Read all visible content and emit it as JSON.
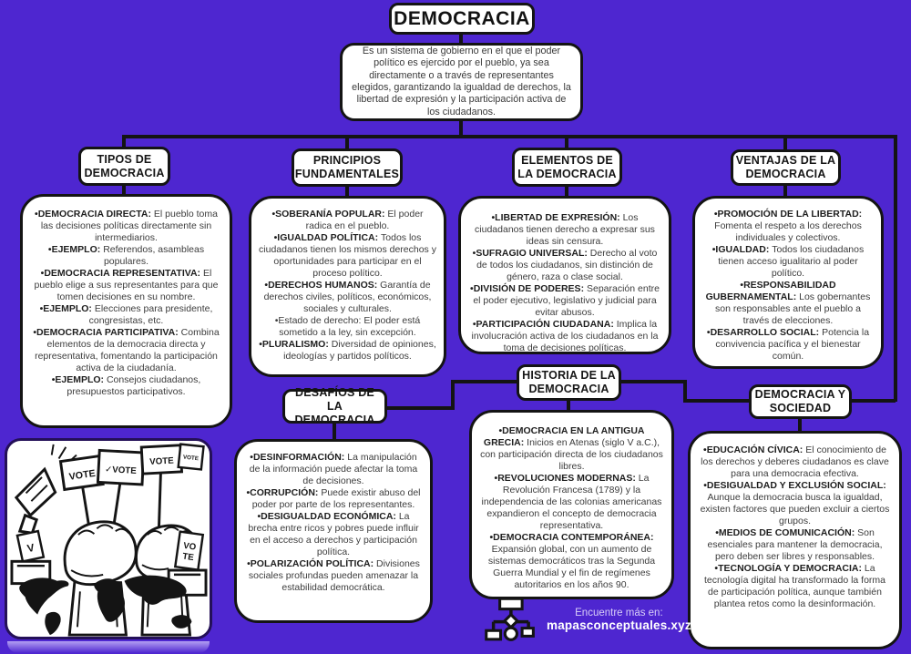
{
  "palette": {
    "background": "#4e26d0",
    "node_fill": "#ffffff",
    "line": "#141414",
    "footer_site_color": "#ffffff"
  },
  "root": {
    "title": "DEMOCRACIA"
  },
  "definition": "Es un sistema de gobierno en el que el poder político es ejercido por el pueblo, ya sea directamente o a través de representantes elegidos, garantizando la igualdad de derechos, la libertad de expresión y la participación activa de los ciudadanos.",
  "nodes": {
    "tipos": {
      "header": "TIPOS DE\nDEMOCRACIA",
      "items": [
        {
          "term": "•DEMOCRACIA DIRECTA:",
          "text": "El pueblo toma las decisiones políticas directamente sin intermediarios."
        },
        {
          "term": "•EJEMPLO:",
          "text": "Referendos, asambleas populares."
        },
        {
          "term": "•DEMOCRACIA REPRESENTATIVA:",
          "text": "El pueblo elige a sus representantes para que tomen decisiones en su nombre."
        },
        {
          "term": "•EJEMPLO:",
          "text": "Elecciones para presidente, congresistas, etc."
        },
        {
          "term": "•DEMOCRACIA PARTICIPATIVA:",
          "text": "Combina elementos de la democracia directa y representativa, fomentando la participación activa de la ciudadanía."
        },
        {
          "term": "•EJEMPLO:",
          "text": "Consejos ciudadanos, presupuestos participativos."
        }
      ]
    },
    "principios": {
      "header": "PRINCIPIOS\nFUNDAMENTALES",
      "items": [
        {
          "term": "•SOBERANÍA POPULAR:",
          "text": "El poder radica en el pueblo."
        },
        {
          "term": "•IGUALDAD POLÍTICA:",
          "text": "Todos los ciudadanos tienen los mismos derechos y oportunidades para participar en el proceso político."
        },
        {
          "term": "•DERECHOS HUMANOS:",
          "text": "Garantía de derechos civiles, políticos, económicos, sociales y culturales."
        },
        {
          "term": "•Estado de derecho:",
          "text": "El poder está sometido a la ley, sin excepción.",
          "bold": false
        },
        {
          "term": "•PLURALISMO:",
          "text": "Diversidad de opiniones, ideologías y partidos políticos."
        }
      ]
    },
    "elementos": {
      "header": "ELEMENTOS DE\nLA DEMOCRACIA",
      "items": [
        {
          "term": "•LIBERTAD DE EXPRESIÓN:",
          "text": "Los ciudadanos tienen derecho a expresar sus ideas sin censura."
        },
        {
          "term": "•SUFRAGIO UNIVERSAL:",
          "text": "Derecho al voto de todos los ciudadanos, sin distinción de género, raza o clase social."
        },
        {
          "term": "•DIVISIÓN DE PODERES:",
          "text": "Separación entre el poder ejecutivo, legislativo y judicial para evitar abusos."
        },
        {
          "term": "•PARTICIPACIÓN CIUDADANA:",
          "text": "Implica la involucración activa de los ciudadanos en la toma de decisiones políticas."
        }
      ]
    },
    "ventajas": {
      "header": "VENTAJAS DE LA\nDEMOCRACIA",
      "items": [
        {
          "term": "•PROMOCIÓN DE LA LIBERTAD:",
          "text": "Fomenta el respeto a los derechos individuales y colectivos."
        },
        {
          "term": "•IGUALDAD:",
          "text": "Todos los ciudadanos tienen acceso igualitario al poder político."
        },
        {
          "term": "•RESPONSABILIDAD GUBERNAMENTAL:",
          "text": "Los gobernantes son responsables ante el pueblo a través de elecciones."
        },
        {
          "term": "•DESARROLLO SOCIAL:",
          "text": "Potencia la convivencia pacífica y el bienestar común."
        }
      ]
    },
    "desafios": {
      "header": "DESAFÍOS DE LA\nDEMOCRACIA",
      "items": [
        {
          "term": "•DESINFORMACIÓN:",
          "text": "La manipulación de la información puede afectar la toma de decisiones."
        },
        {
          "term": "•CORRUPCIÓN:",
          "text": "Puede existir abuso del poder por parte de los representantes."
        },
        {
          "term": "•DESIGUALDAD ECONÓMICA:",
          "text": "La brecha entre ricos y pobres puede influir en el acceso a derechos y participación política."
        },
        {
          "term": "•POLARIZACIÓN POLÍTICA:",
          "text": "Divisiones sociales profundas pueden amenazar la estabilidad democrática."
        }
      ]
    },
    "historia": {
      "header": "HISTORIA DE LA\nDEMOCRACIA",
      "items": [
        {
          "term": "•DEMOCRACIA EN LA ANTIGUA GRECIA:",
          "text": "Inicios en Atenas (siglo V a.C.), con participación directa de los ciudadanos libres."
        },
        {
          "term": "•REVOLUCIONES MODERNAS:",
          "text": "La Revolución Francesa (1789) y la independencia de las colonias americanas expandieron el concepto de democracia representativa."
        },
        {
          "term": "•DEMOCRACIA CONTEMPORÁNEA:",
          "text": "Expansión global, con un aumento de sistemas democráticos tras la Segunda Guerra Mundial y el fin de regímenes autoritarios en los años 90."
        }
      ]
    },
    "sociedad": {
      "header": "DEMOCRACIA Y\nSOCIEDAD",
      "items": [
        {
          "term": "•EDUCACIÓN CÍVICA:",
          "text": "El conocimiento de los derechos y deberes ciudadanos es clave para una democracia efectiva."
        },
        {
          "term": "•DESIGUALDAD Y EXCLUSIÓN SOCIAL:",
          "text": "Aunque la democracia busca la igualdad, existen factores que pueden excluir a ciertos grupos."
        },
        {
          "term": "•MEDIOS DE COMUNICACIÓN:",
          "text": "Son esenciales para mantener la democracia, pero deben ser libres y responsables."
        },
        {
          "term": "•TECNOLOGÍA Y DEMOCRACIA:",
          "text": "La tecnología digital ha transformado la forma de participación política, aunque también plantea retos como la desinformación."
        }
      ]
    }
  },
  "illustration": {
    "sign_text": "VOTE",
    "sign_check_text": "✓VOTE",
    "ballot_card_v": "V",
    "ballot_card_vo": "VO",
    "ballot_card_te": "TE"
  },
  "footer": {
    "more": "Encuentre más en:",
    "site": "mapasconceptuales.xyz"
  }
}
